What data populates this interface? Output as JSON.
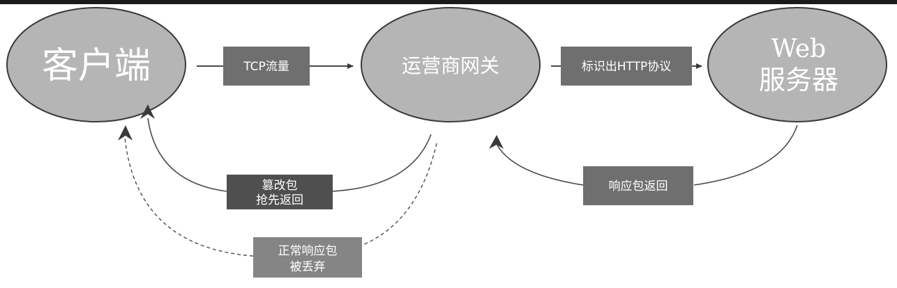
{
  "diagram": {
    "nodes": {
      "client": {
        "label": "客户端"
      },
      "gateway": {
        "label": "运营商网关"
      },
      "server": {
        "line1": "Web",
        "line2": "服务器"
      }
    },
    "boxes": {
      "tcp": {
        "label": "TCP流量"
      },
      "http": {
        "label": "标识出HTTP协议"
      },
      "tampered": {
        "line1": "篡改包",
        "line2": "抢先返回"
      },
      "response": {
        "label": "响应包返回"
      },
      "dropped": {
        "line1": "正常响应包",
        "line2": "被丢弃"
      }
    },
    "colors": {
      "ellipse_fill": "#b5b5b5",
      "ellipse_stroke": "#3a3a3a",
      "box_fill": "#6f6f6f",
      "box_fill_dark": "#4f4f4f",
      "box_fill_light": "#858585",
      "line": "#4a4a4a"
    }
  }
}
